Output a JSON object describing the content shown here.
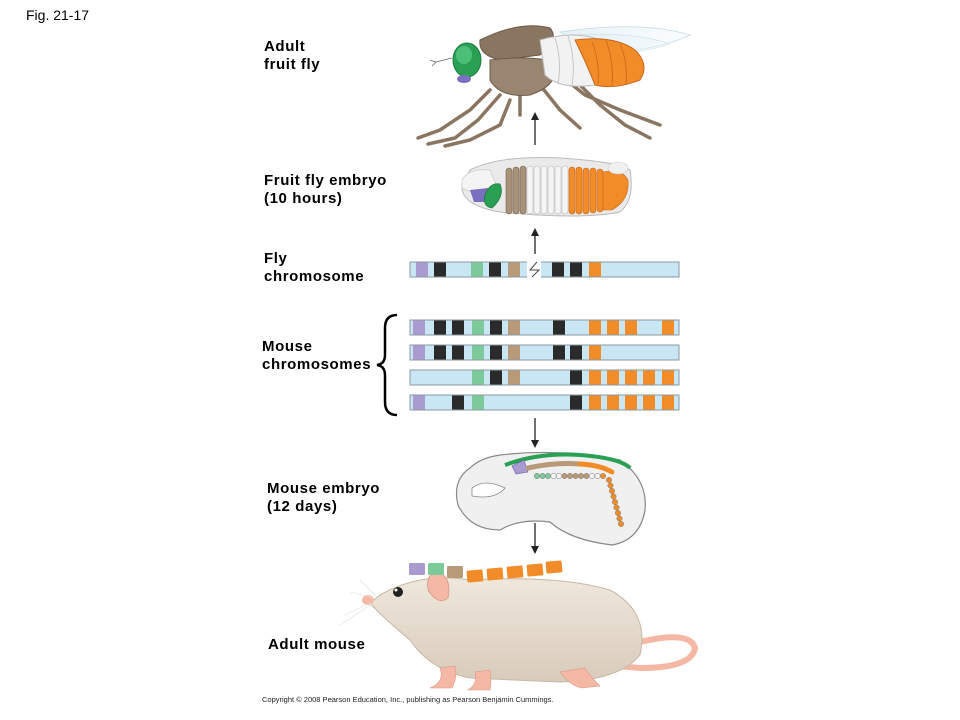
{
  "figure": {
    "id_label": "Fig. 21-17",
    "copyright": "Copyright © 2008 Pearson Education, Inc., publishing as Pearson Benjamin Cummings."
  },
  "labels": {
    "adult_fly": "Adult\nfruit fly",
    "fly_embryo": "Fruit fly embryo\n(10 hours)",
    "fly_chromosome": "Fly\nchromosome",
    "mouse_chromosomes": "Mouse\nchromosomes",
    "mouse_embryo": "Mouse embryo\n(12 days)",
    "adult_mouse": "Adult mouse"
  },
  "colors": {
    "chromosome": "#c8e6f4",
    "chromosome_edge": "#8a9aa3",
    "purple": "#a99ad0",
    "black": "#2a2a2a",
    "green": "#7cc999",
    "tan": "#b89a78",
    "orange": "#f28c28",
    "fly_body": "#8a7560",
    "fly_head": "#2aa055",
    "mouse_fur": "#ede4d8",
    "mouse_skin": "#f4b8a4"
  },
  "gene_slots": [
    "purple",
    "black",
    "black",
    "green",
    "black",
    "tan",
    "black",
    "black",
    "orange",
    "orange",
    "orange",
    "orange",
    "orange"
  ],
  "fly_chromosome": {
    "bands": [
      "purple",
      "black",
      "green",
      "black",
      "tan",
      "black",
      "black",
      "orange"
    ],
    "has_break": true
  },
  "mouse_chromosomes": [
    {
      "bands": [
        "purple",
        "black",
        "black",
        "green",
        "black",
        "tan",
        "black",
        "orange",
        "orange",
        "orange",
        "orange"
      ]
    },
    {
      "bands": [
        "purple",
        "black",
        "black",
        "green",
        "black",
        "tan",
        "black",
        "black",
        "orange"
      ]
    },
    {
      "bands": [
        "green",
        "black",
        "tan",
        "black",
        "orange",
        "orange",
        "orange",
        "orange",
        "orange"
      ]
    },
    {
      "bands": [
        "purple",
        "black",
        "green",
        "black",
        "orange",
        "orange",
        "orange",
        "orange",
        "orange"
      ]
    }
  ],
  "mouse_spine_segments": [
    "purple",
    "green",
    "tan",
    "orange",
    "orange",
    "orange",
    "orange",
    "orange"
  ]
}
